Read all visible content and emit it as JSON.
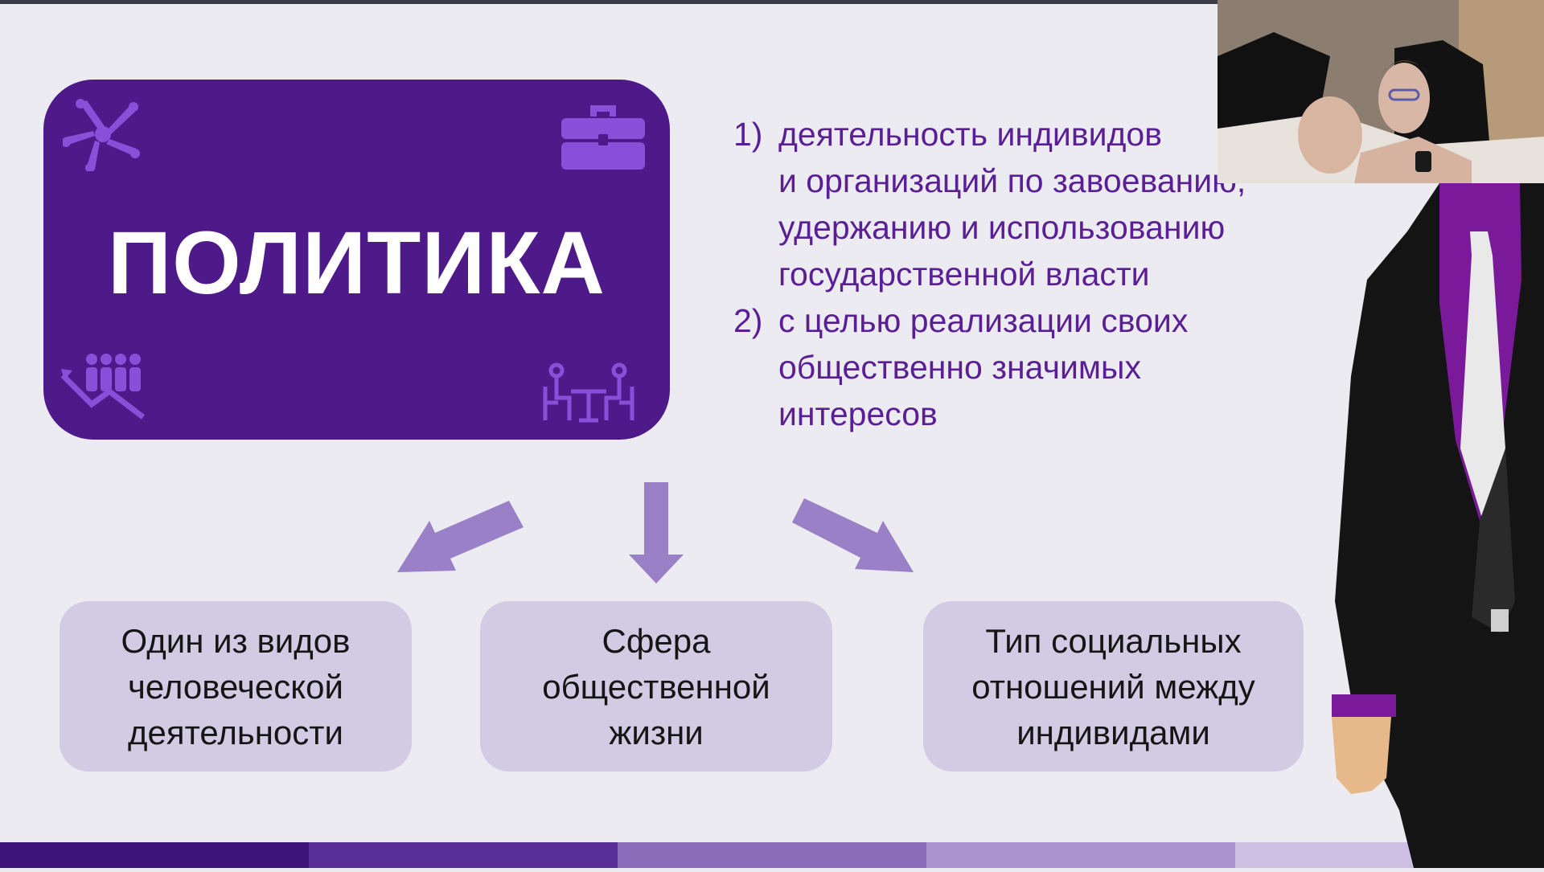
{
  "slide": {
    "title": "ПОЛИТИКА",
    "definition": [
      {
        "number": "1)",
        "lines": [
          "деятельность индивидов",
          "и организаций по завоеванию,",
          "удержанию и использованию",
          "государственной власти"
        ]
      },
      {
        "number": "2)",
        "lines": [
          "с целью реализации своих",
          "общественно значимых",
          "интересов"
        ]
      }
    ],
    "boxes": [
      {
        "lines": [
          "Один из видов",
          "человеческой",
          "деятельности"
        ]
      },
      {
        "lines": [
          "Сфера",
          "общественной",
          "жизни"
        ]
      },
      {
        "lines": [
          "Тип социальных",
          "отношений между",
          "индивидами"
        ]
      }
    ],
    "icons": {
      "top_left": "team-hands-icon",
      "top_right": "briefcase-icon",
      "bottom_left": "people-growth-icon",
      "bottom_right": "meeting-table-icon"
    }
  },
  "colors": {
    "background": "#ecebf2",
    "title_card": "#4e1a8a",
    "icon": "#8a4fd9",
    "definition_text": "#5a1f95",
    "arrow": "#9a80c6",
    "box": "#d3cbe3",
    "bottom_bar": [
      "#3d1478",
      "#5a2e97",
      "#8a6cba",
      "#aa92cf",
      "#cdbfe3"
    ]
  },
  "overlays": {
    "webcam": "webcam-feed",
    "presenter": "presenter-figure"
  }
}
